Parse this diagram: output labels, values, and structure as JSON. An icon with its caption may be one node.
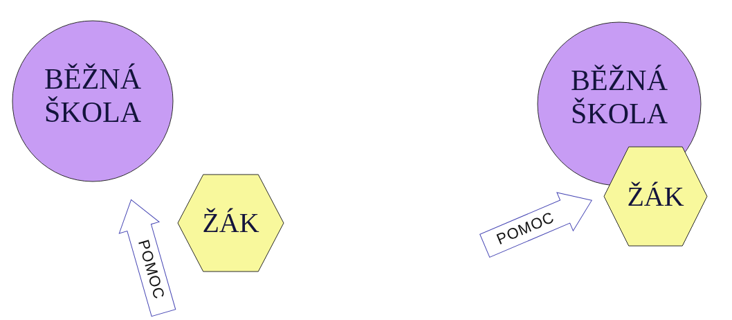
{
  "diagram": {
    "nodes": [
      {
        "text": [
          "BĚŽNÁ ŠKOLA"
        ]
      },
      {
        "text": [
          "POMOC"
        ]
      },
      {
        "text": [
          "ŽÁK"
        ]
      },
      {
        "text": [
          "BĚŽNÁ ŠKOLA"
        ]
      },
      {
        "text": [
          "POMOC"
        ]
      },
      {
        "text": [
          "ŽÁK"
        ]
      }
    ]
  }
}
